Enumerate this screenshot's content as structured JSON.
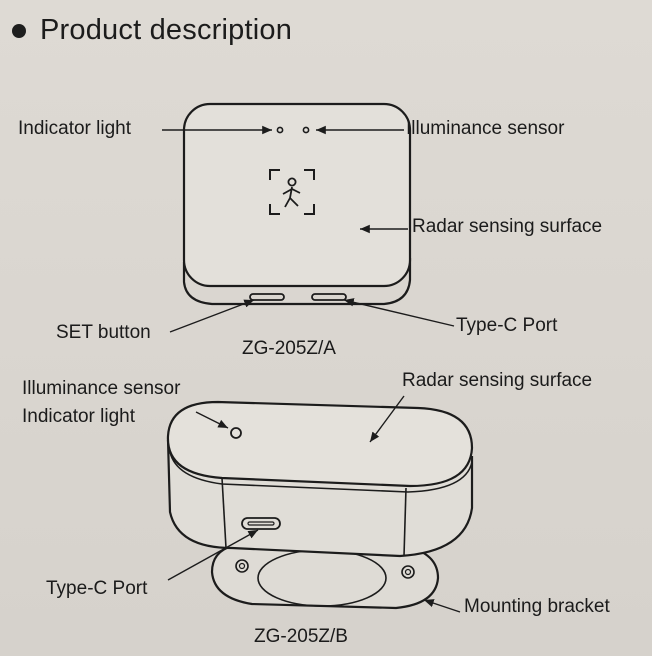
{
  "section": {
    "title": "Product description"
  },
  "device_a": {
    "model": "ZG-205Z/A",
    "labels": {
      "indicator_light": "Indicator light",
      "illuminance_sensor": "Illuminance sensor",
      "radar_surface": "Radar sensing surface",
      "set_button": "SET button",
      "type_c": "Type-C Port"
    }
  },
  "device_b": {
    "model": "ZG-205Z/B",
    "labels": {
      "illuminance_sensor": "Illuminance sensor",
      "indicator_light": "Indicator light",
      "radar_surface": "Radar sensing surface",
      "type_c": "Type-C Port",
      "mounting_bracket": "Mounting bracket"
    }
  }
}
